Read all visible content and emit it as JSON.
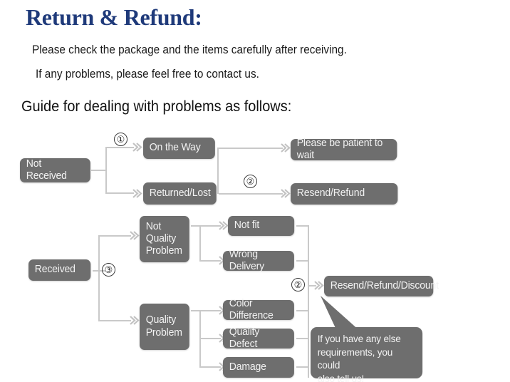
{
  "header": {
    "title": "Return & Refund:",
    "line1": "Please check the package and the items carefully after receiving.",
    "line2": "If any problems, please feel free to contact us.",
    "guide": "Guide for dealing with problems as follows:"
  },
  "colors": {
    "title": "#1f3a7a",
    "node_bg": "#6e6e6e",
    "node_text": "#f2f2f2",
    "line": "#c9c9c9",
    "arrow": "#c2c2c2",
    "background": "#ffffff"
  },
  "flowchart": {
    "nodes": {
      "not_received": "Not Received",
      "on_the_way": "On the Way",
      "returned_lost": "Returned/Lost",
      "please_wait": "Please be patient to wait",
      "resend_refund": "Resend/Refund",
      "received": "Received",
      "not_quality_problem": "Not\nQuality\nProblem",
      "quality_problem": "Quality\nProblem",
      "not_fit": "Not fit",
      "wrong_delivery": "Wrong Delivery",
      "color_difference": "Color Difference",
      "quality_defect": "Quality Defect",
      "damage": "Damage",
      "resend_refund_discount": "Resend/Refund/Discount"
    },
    "markers": {
      "one": "①",
      "two_top": "②",
      "three": "③",
      "two_bottom": "②"
    },
    "callout": "If you have any else\nrequirements, you could\nalso tell us!"
  }
}
